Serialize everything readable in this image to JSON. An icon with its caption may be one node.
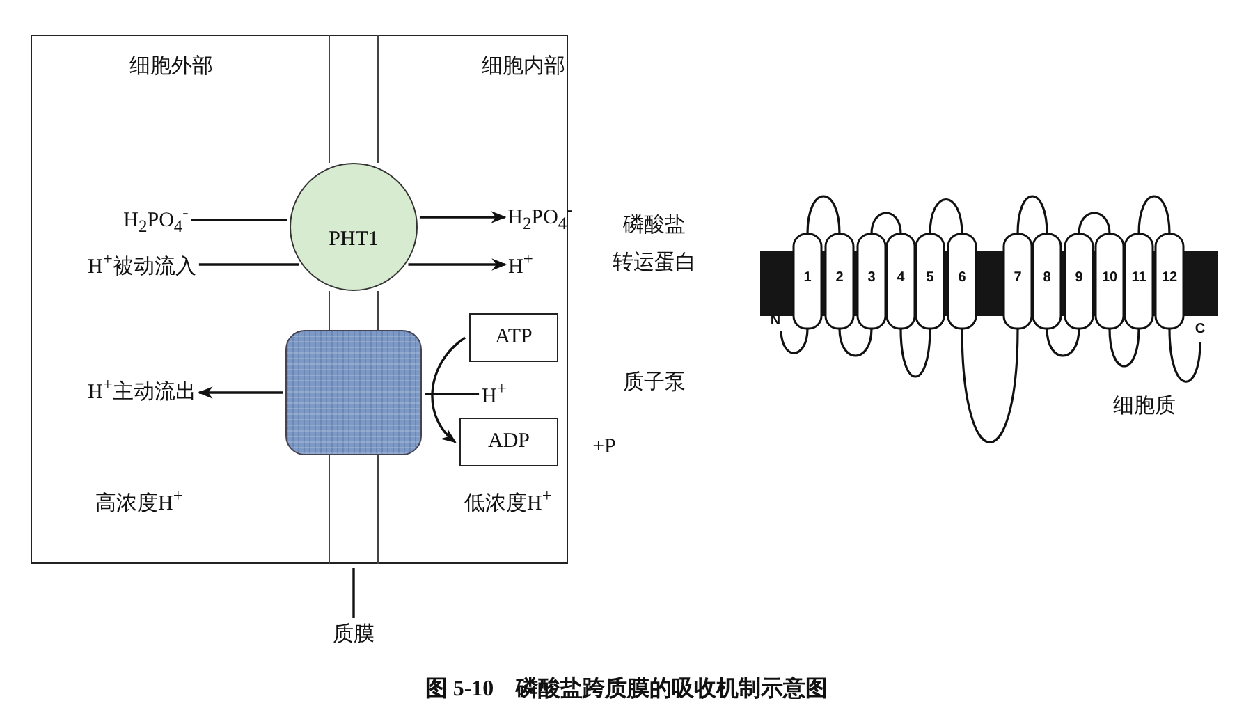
{
  "diagram": {
    "caption": "图 5-10　磷酸盐跨质膜的吸收机制示意图",
    "nodes": [
      {
        "text": [
          "H$_{2}$PO$_{4}$$^{-}$"
        ]
      },
      {
        "text": [
          "H$^{+}$被动流入"
        ]
      },
      {
        "text": [
          "PHT1"
        ]
      },
      {
        "text": [
          "H$_{2}$PO$_{4}$$^{-}$"
        ]
      },
      {
        "text": [
          "H$^{+}$"
        ]
      },
      {
        "text": [],
        "shape": "box"
      },
      {
        "text": [
          "H$^{+}$主动流出"
        ]
      },
      {
        "text": [
          "ATP"
        ]
      },
      {
        "text": [
          "H$^{+}$"
        ]
      },
      {
        "text": [
          "ADP"
        ],
        "beside": [
          "+P"
        ]
      },
      {
        "text": [
          "质膜"
        ]
      },
      {
        "text": [],
        "shape": "bar"
      },
      {
        "text": [],
        "shape": "bar"
      },
      {
        "text": [],
        "shape": "bar"
      }
    ],
    "edges": [
      {
        "from": 0,
        "to": 2,
        "arrow": "none"
      },
      {
        "from": 2,
        "to": 3,
        "arrow": "to"
      },
      {
        "from": 1,
        "to": 2,
        "arrow": "none"
      },
      {
        "from": 2,
        "to": 4,
        "arrow": "to"
      },
      {
        "from": 8,
        "to": 5,
        "arrow": "none"
      },
      {
        "from": 5,
        "to": 6,
        "arrow": "to"
      },
      {
        "from": 7,
        "to": 9,
        "arrow": "to"
      },
      {
        "from": 10,
        "to": 13,
        "arrow": "none"
      }
    ],
    "labels": [
      "细胞外部",
      "细胞内部",
      "磷酸盐转运蛋白",
      "质子泵",
      "高浓度H$^{+}$",
      "低浓度H$^{+}$",
      "N",
      "1",
      "2",
      "3",
      "4",
      "5",
      "6",
      "7",
      "8",
      "9",
      "10",
      "11",
      "12",
      "C",
      "细胞质"
    ]
  }
}
